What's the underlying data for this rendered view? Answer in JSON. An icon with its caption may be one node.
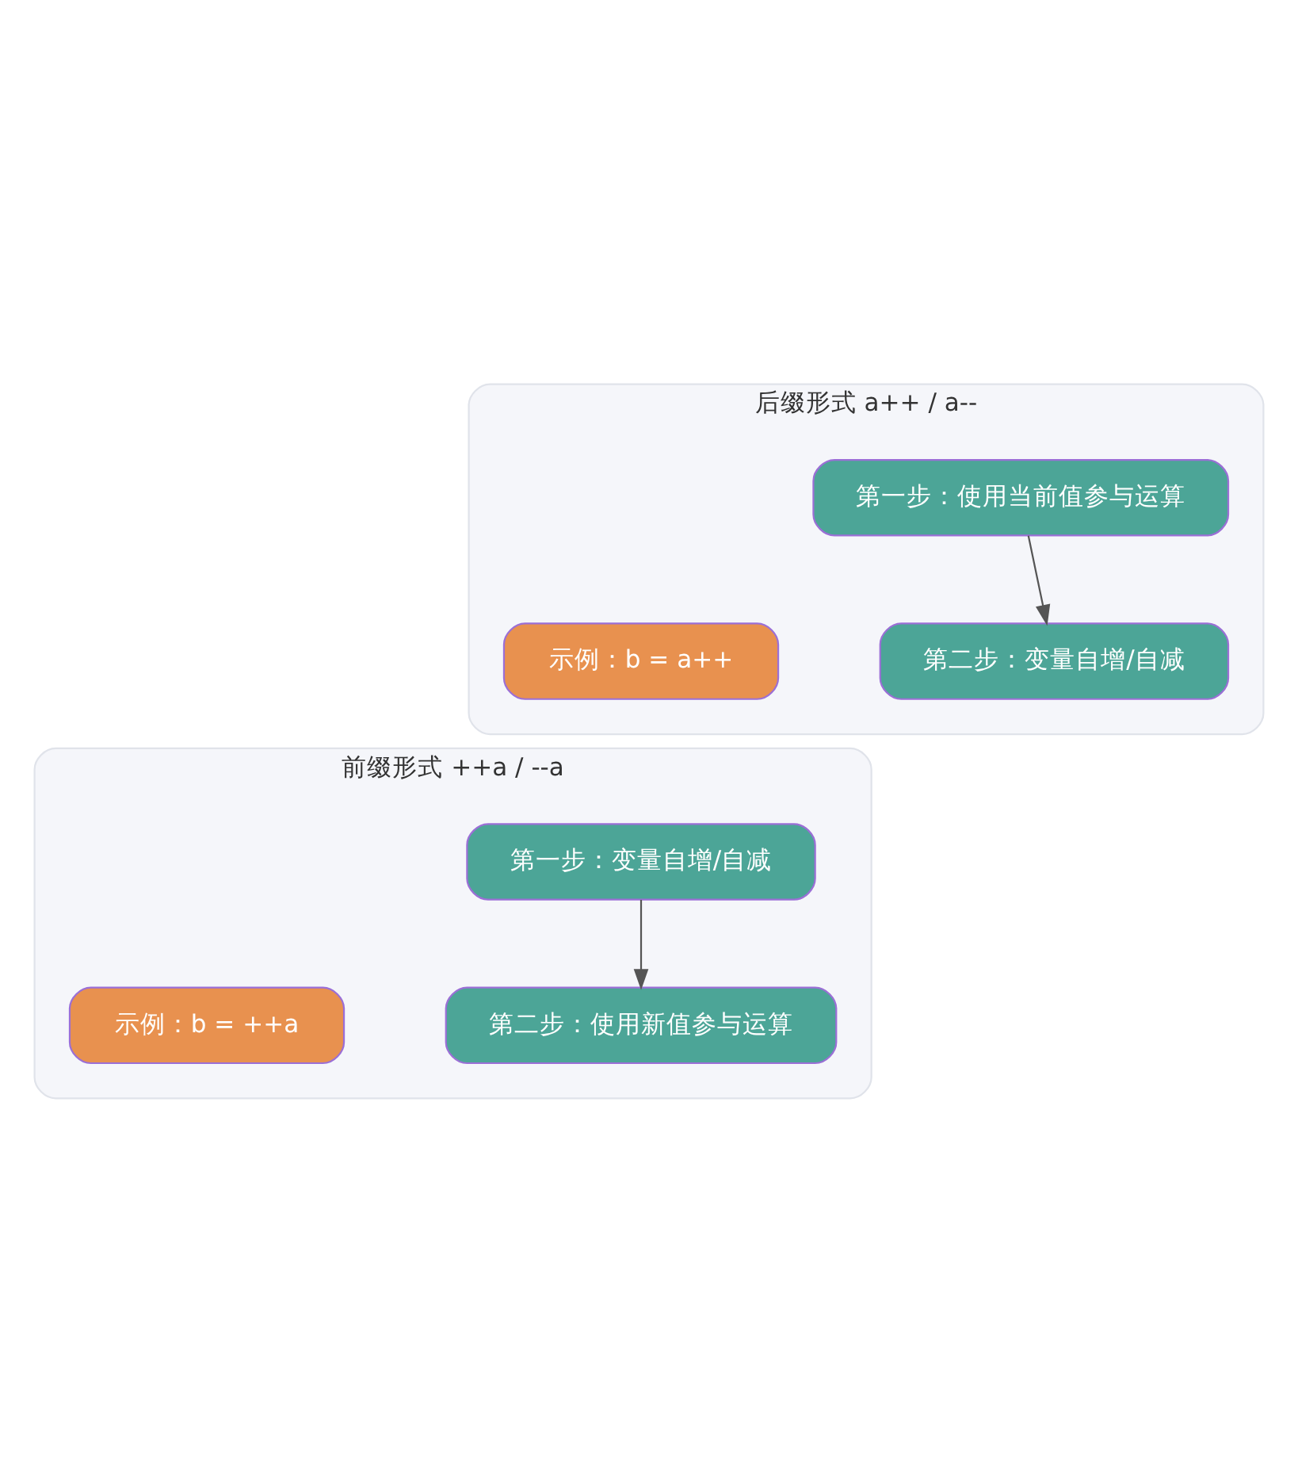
{
  "diagram": {
    "nodes": [
      {
        "text": [
          "后缀形式 a++ / a--"
        ]
      },
      {
        "text": [
          "第一步：使用当前值参与运算"
        ],
        "in": 0
      },
      {
        "text": [
          "第二步：变量自增/自减"
        ],
        "in": 0
      },
      {
        "text": [
          "示例：b = a++"
        ],
        "in": 0
      },
      {
        "text": [
          "前缀形式 ++a / --a"
        ]
      },
      {
        "text": [
          "第一步：变量自增/自减"
        ],
        "in": 4
      },
      {
        "text": [
          "第二步：使用新值参与运算"
        ],
        "in": 4
      },
      {
        "text": [
          "示例：b = ++a"
        ],
        "in": 4
      }
    ],
    "edges": [
      {
        "from": 1,
        "to": 2,
        "arrow": "to"
      },
      {
        "from": 5,
        "to": 6,
        "arrow": "to"
      }
    ]
  }
}
